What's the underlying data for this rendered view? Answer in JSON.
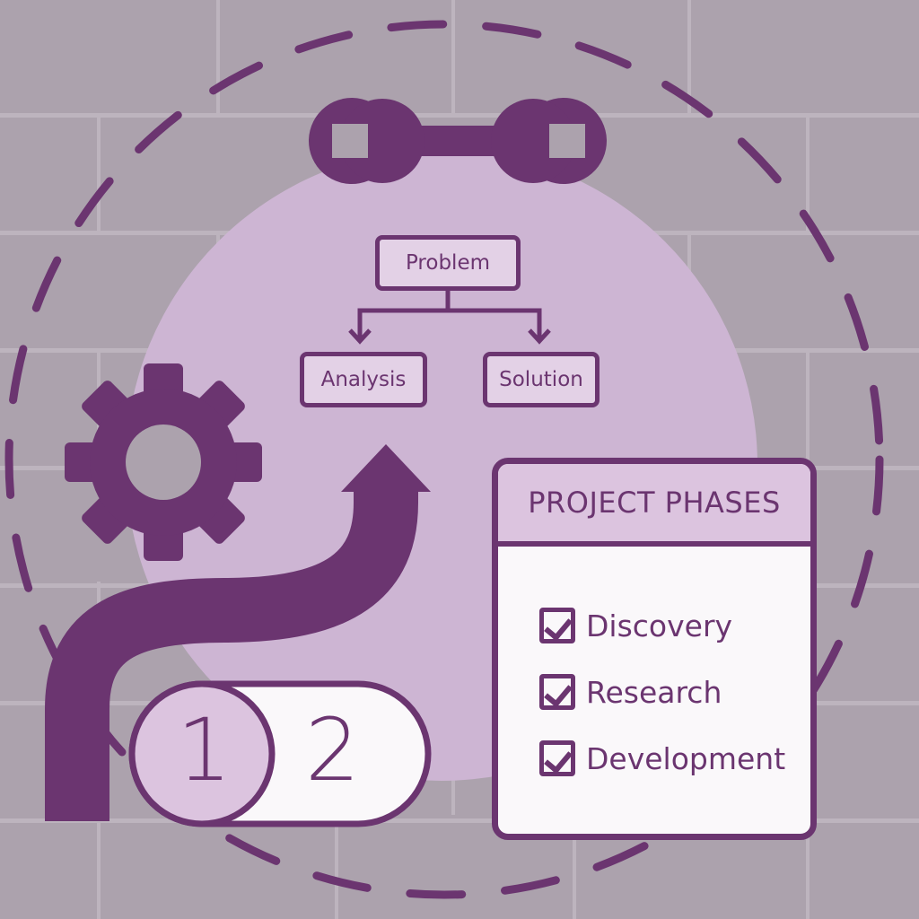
{
  "flowchart": {
    "root": "Problem",
    "children": [
      "Analysis",
      "Solution"
    ]
  },
  "steps": [
    "1",
    "2"
  ],
  "phases_card": {
    "title": "PROJECT PHASES",
    "items": [
      {
        "label": "Discovery",
        "checked": true
      },
      {
        "label": "Research",
        "checked": true
      },
      {
        "label": "Development",
        "checked": true
      }
    ]
  },
  "colors": {
    "primary": "#6b3570",
    "circle": "#cdb5d3",
    "background": "#aca2ad",
    "card": "#faf8fa"
  }
}
